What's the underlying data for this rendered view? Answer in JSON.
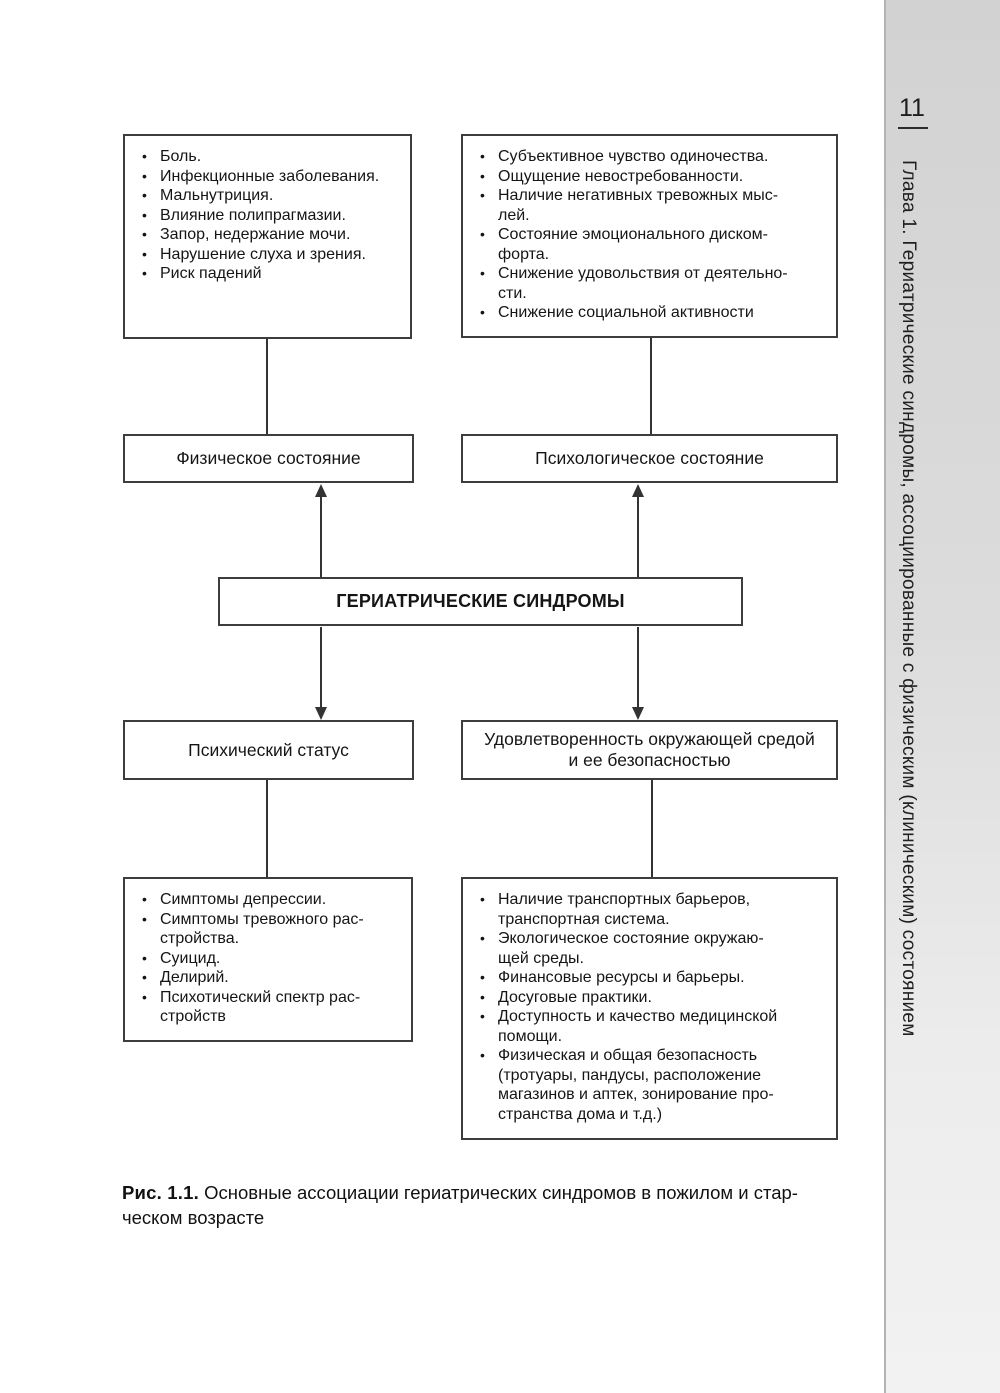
{
  "page": {
    "number": "11",
    "chapter_header": "Глава 1. Гериатрические синдромы, ассоциированные с физическим (клиническим) состоянием"
  },
  "diagram": {
    "center_title": "ГЕРИАТРИЧЕСКИЕ СИНДРОМЫ",
    "physical_state_label": "Физическое состояние",
    "psychological_state_label": "Психологическое состояние",
    "mental_status_label": "Психический статус",
    "environment_label": "Удовлетворенность окружающей средой\nи ее безопасностью",
    "physical_factors": [
      "Боль.",
      "Инфекционные заболевания.",
      "Мальнутриция.",
      "Влияние полипрагмазии.",
      "Запор, недержание мочи.",
      "Нарушение слуха и зрения.",
      "Риск падений"
    ],
    "psychological_factors": [
      "Субъективное чувство одиночества.",
      "Ощущение невостребованности.",
      "Наличие негативных тревожных мыс-\nлей.",
      "Состояние эмоционального диском-\nфорта.",
      "Снижение удовольствия от деятельно-\nсти.",
      "Снижение социальной активности"
    ],
    "mental_factors": [
      "Симптомы депрессии.",
      "Симптомы тревожного рас-\nстройства.",
      "Суицид.",
      "Делирий.",
      "Психотический спектр рас-\nстройств"
    ],
    "environment_factors": [
      "Наличие транспортных барьеров,\nтранспортная система.",
      "Экологическое состояние окружаю-\nщей среды.",
      "Финансовые ресурсы и барьеры.",
      "Досуговые практики.",
      "Доступность и качество медицинской\nпомощи.",
      "Физическая и общая безопасность\n(тротуары, пандусы, расположение\nмагазинов и аптек, зонирование про-\nстранства дома и т.д.)"
    ]
  },
  "caption": {
    "label": "Рис. 1.1.",
    "text": " Основные ассоциации гериатрических синдромов в пожилом и стар-\nческом возрасте"
  }
}
